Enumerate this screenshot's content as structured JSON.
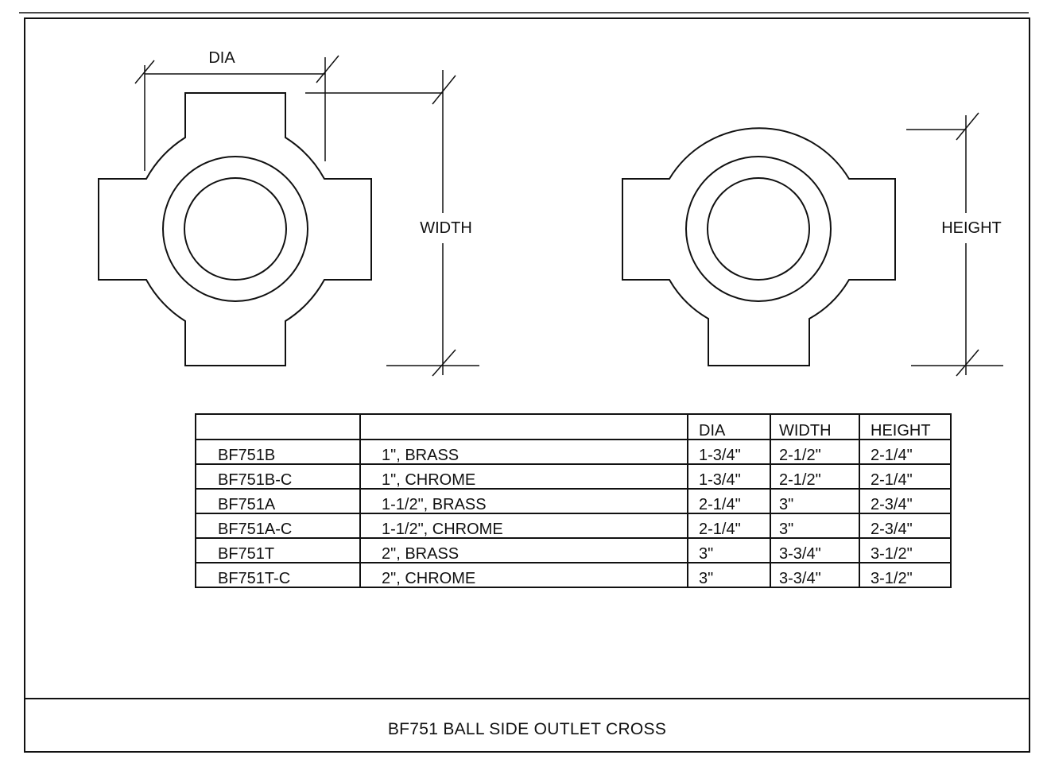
{
  "labels": {
    "dia": "DIA",
    "width": "WIDTH",
    "height": "HEIGHT"
  },
  "table": {
    "headers": [
      "",
      "",
      "DIA",
      "WIDTH",
      "HEIGHT"
    ],
    "rows": [
      {
        "model": "BF751B",
        "description": "1\", BRASS",
        "dia": "1-3/4\"",
        "width": "2-1/2\"",
        "height": "2-1/4\""
      },
      {
        "model": "BF751B-C",
        "description": "1\", CHROME",
        "dia": "1-3/4\"",
        "width": "2-1/2\"",
        "height": "2-1/4\""
      },
      {
        "model": "BF751A",
        "description": "1-1/2\", BRASS",
        "dia": "2-1/4\"",
        "width": "3\"",
        "height": "2-3/4\""
      },
      {
        "model": "BF751A-C",
        "description": "1-1/2\", CHROME",
        "dia": "2-1/4\"",
        "width": "3\"",
        "height": "2-3/4\""
      },
      {
        "model": "BF751T",
        "description": "2\", BRASS",
        "dia": "3\"",
        "width": "3-3/4\"",
        "height": "3-1/2\""
      },
      {
        "model": "BF751T-C",
        "description": "2\", CHROME",
        "dia": "3\"",
        "width": "3-3/4\"",
        "height": "3-1/2\""
      }
    ]
  },
  "title": "BF751 BALL SIDE OUTLET CROSS"
}
